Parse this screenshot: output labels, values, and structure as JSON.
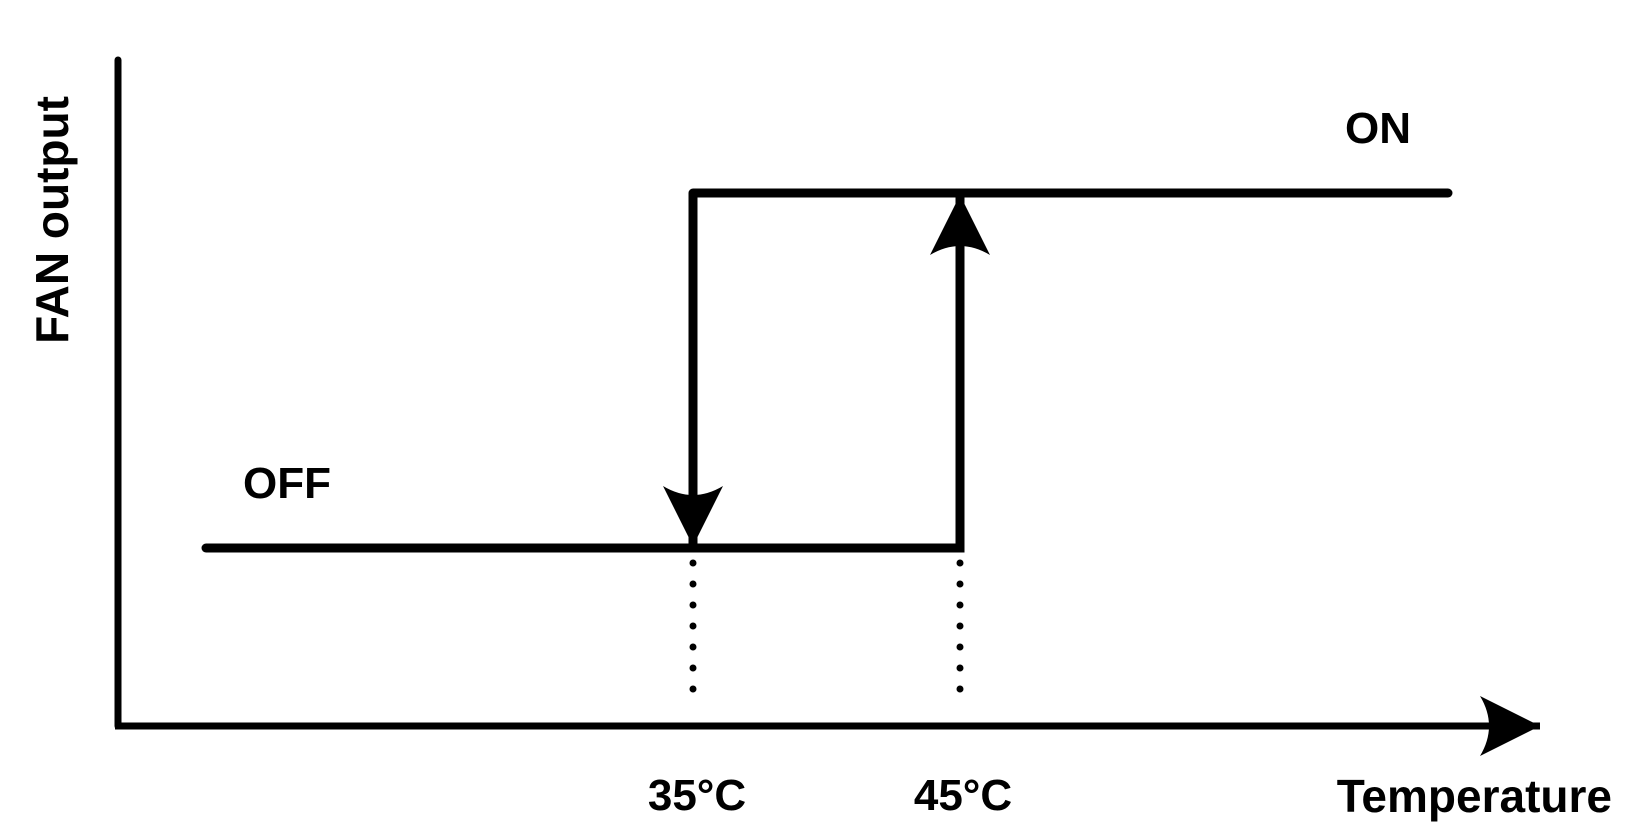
{
  "diagram": {
    "y_axis_label": "FAN output",
    "x_axis_label": "Temperature",
    "state_off_label": "OFF",
    "state_on_label": "ON",
    "threshold_low_label": "35°C",
    "threshold_high_label": "45°C"
  },
  "chart_data": {
    "type": "line",
    "title": "",
    "xlabel": "Temperature",
    "ylabel": "FAN output",
    "x_ticks": [
      "35°C",
      "45°C"
    ],
    "states": [
      "OFF",
      "ON"
    ],
    "thresholds": {
      "turn_off_at": "35°C",
      "turn_on_at": "45°C"
    },
    "line_color": "#000000"
  }
}
